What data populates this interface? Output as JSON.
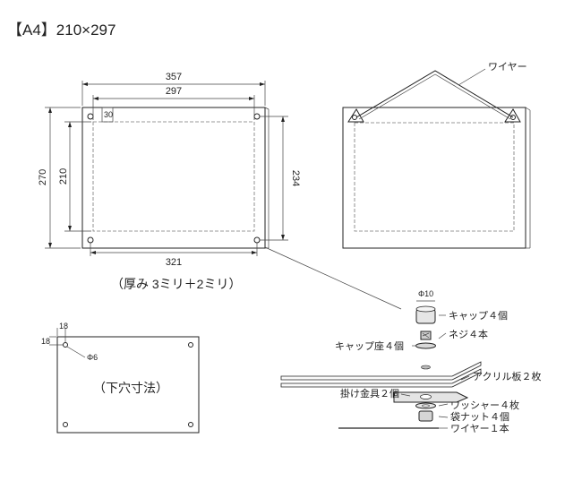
{
  "title": "【A4】210×297",
  "front_view": {
    "dim_outer_width": "357",
    "dim_inner_width": "297",
    "dim_margin_top": "30",
    "dim_outer_height": "270",
    "dim_inner_height": "210",
    "dim_hole_spacing_vertical": "234",
    "dim_hole_spacing_horizontal": "321",
    "thickness_note": "（厚み 3ミリ＋2ミリ）"
  },
  "back_view": {
    "wire_label": "ワイヤー"
  },
  "hole_view": {
    "dim_offset_x": "18",
    "dim_offset_y": "18",
    "hole_diameter": "Φ6",
    "caption": "（下穴寸法）"
  },
  "parts": {
    "cap_diameter": "Φ10",
    "cap": "キャップ４個",
    "screw": "ネジ４本",
    "cap_seat": "キャップ座４個",
    "acrylic": "アクリル板２枚",
    "bracket": "掛け金具２個",
    "washer": "ワッシャー４枚",
    "cap_nut": "袋ナット４個",
    "wire": "ワイヤー１本"
  }
}
